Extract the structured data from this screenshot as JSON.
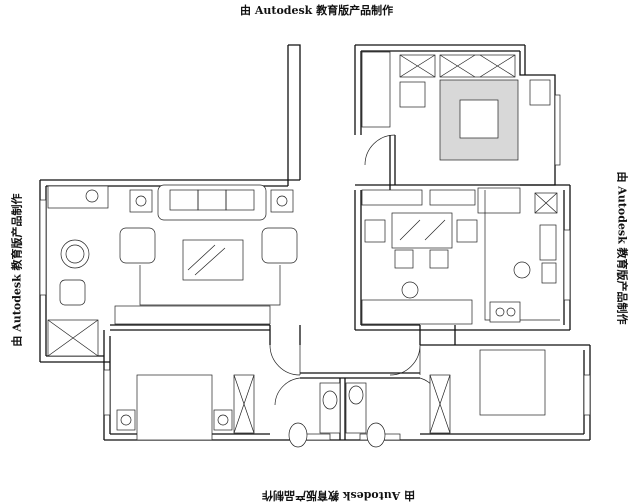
{
  "watermarks": {
    "top": "由 Autodesk 教育版产品制作",
    "bottom": "由 Autodesk 教育版产品制作",
    "left": "由 Autodesk 教育版产品制作",
    "right": "由 Autodesk 教育版产品制作"
  }
}
